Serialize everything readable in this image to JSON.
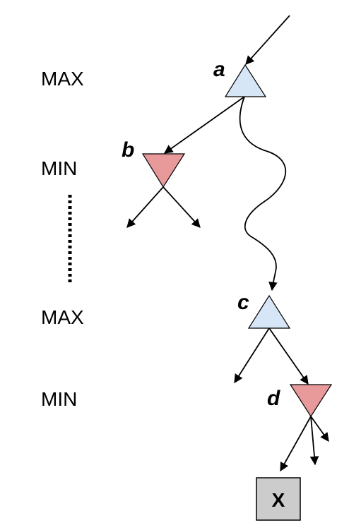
{
  "levels": {
    "level1": "MAX",
    "level2": "MIN",
    "level3": "MAX",
    "level4": "MIN"
  },
  "nodes": {
    "a": {
      "label": "a",
      "type": "MAX"
    },
    "b": {
      "label": "b",
      "type": "MIN"
    },
    "c": {
      "label": "c",
      "type": "MAX"
    },
    "d": {
      "label": "d",
      "type": "MIN"
    }
  },
  "leaf": {
    "label": "X"
  },
  "colors": {
    "max_node": "#d6e6f7",
    "min_node": "#e8999a",
    "leaf_box": "#cccccc"
  }
}
